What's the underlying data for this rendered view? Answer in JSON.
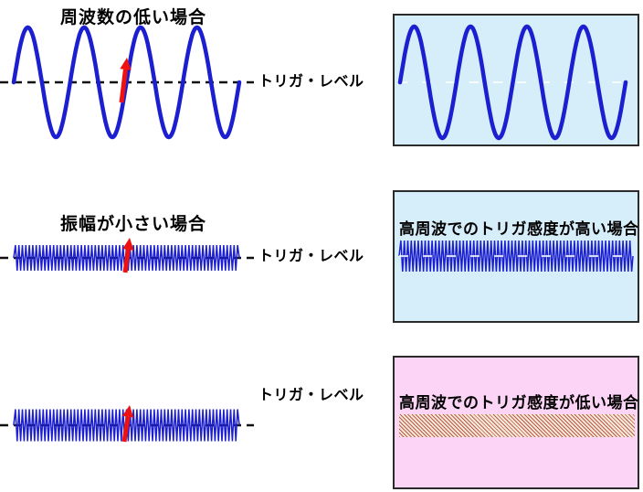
{
  "page": {
    "description": "Oscilloscope trigger level explanation diagram"
  },
  "left_column": {
    "row1": {
      "title": "周波数の低い場合",
      "trigger_label": "トリガ・レベル"
    },
    "row2": {
      "title": "振幅が小さい場合",
      "trigger_label": "トリガ・レベル"
    },
    "row3": {
      "trigger_label": "トリガ・レベル"
    }
  },
  "right_column": {
    "screen_normal": {
      "caption": ""
    },
    "screen_high_sensitivity": {
      "caption": "高周波でのトリガ感度が高い場合"
    },
    "screen_low_sensitivity": {
      "caption": "高周波でのトリガ感度が低い場合"
    }
  },
  "figures": {
    "low_frequency_wave": {
      "type": "sine",
      "cycles": 4,
      "note": "large amplitude wave crossing dashed trigger level, red arrow marks rising-edge trigger point"
    },
    "small_amplitude_wave": {
      "type": "dense-sine",
      "note": "small-amplitude high-frequency wave centered on trigger level, red arrow at trigger point"
    },
    "bottom_wave": {
      "type": "dense-sine",
      "note": "high-frequency wave with trigger level label placed above waveform"
    },
    "screen_normal_display": {
      "type": "sine",
      "cycles": 4
    },
    "screen_high_sensitivity_display": {
      "type": "dense-sine"
    },
    "screen_low_sensitivity_display": {
      "type": "hatched-band",
      "note": "unresolved waveform shown as red/cream diagonal hatch band"
    }
  },
  "colors": {
    "page_bg": "#ffffff",
    "wave_blue": "#1c1fd0",
    "trigger_dash": "#101010",
    "arrow_red": "#ee1111",
    "box_blue_fill": "#d6edfa",
    "box_pink_fill": "#fcd4f6",
    "box_border": "#2b2b2b",
    "hatch_red": "#c25a4a",
    "hatch_bg": "#f1e9da"
  }
}
